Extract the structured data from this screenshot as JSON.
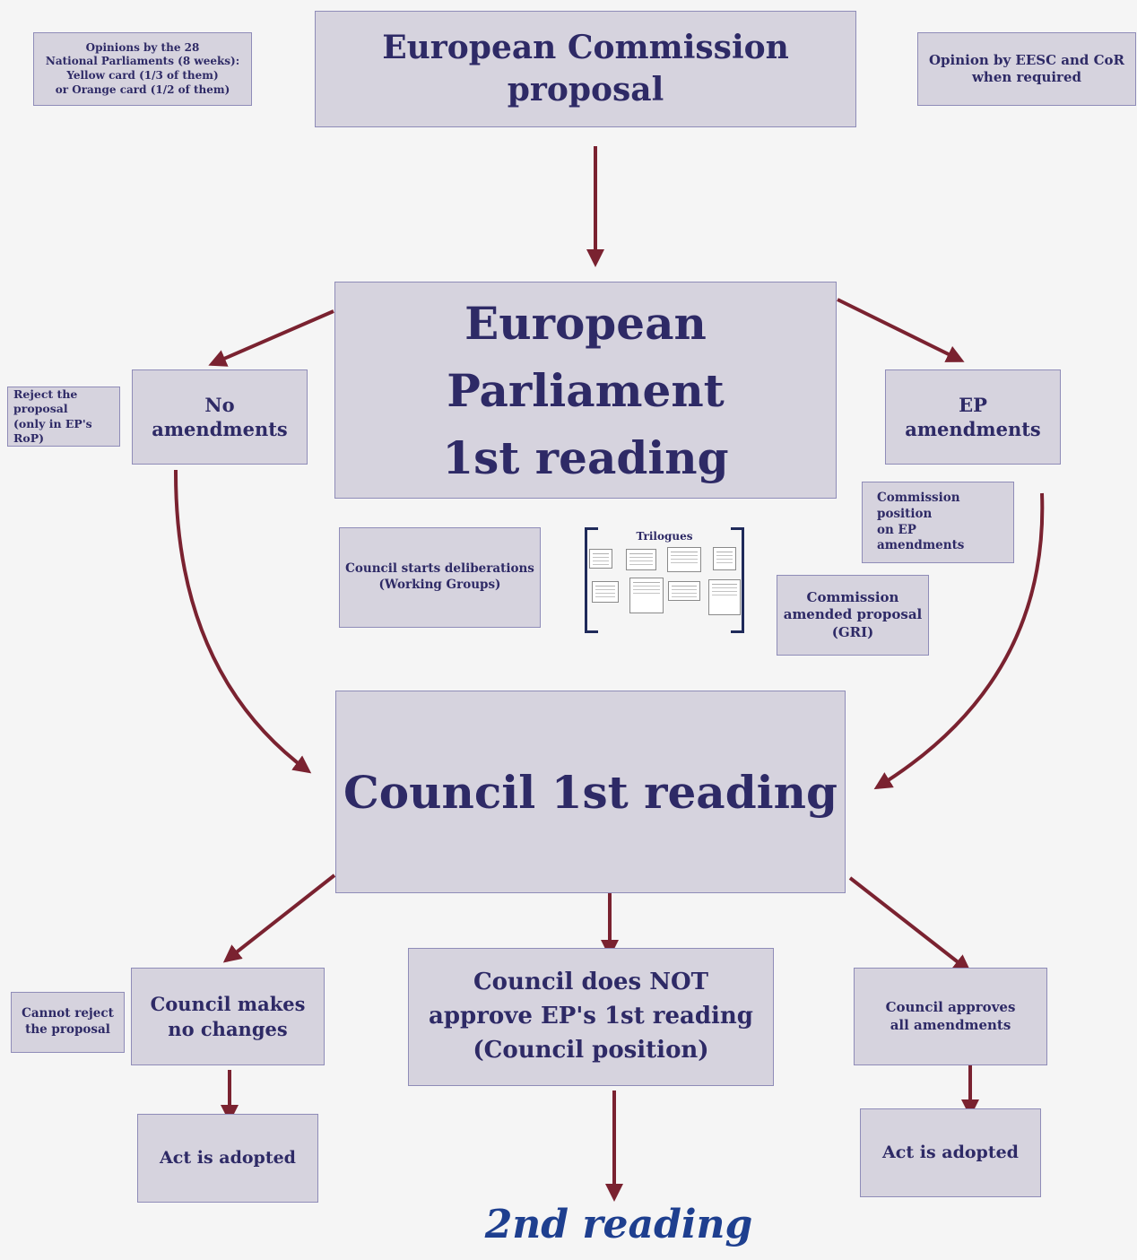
{
  "nodes": {
    "national_parliaments": "Opinions by the 28\nNational Parliaments (8 weeks):\nYellow card (1/3 of them)\nor Orange card (1/2 of them)",
    "commission_proposal": "European Commission proposal",
    "eesc_cor": "Opinion by EESC and CoR\nwhen required",
    "ep_first_reading": "European Parliament\n1st reading",
    "reject_proposal": "Reject the\nproposal\n(only in EP's RoP)",
    "no_amendments": "No amendments",
    "ep_amendments": "EP amendments",
    "commission_position": "Commission position\non EP amendments",
    "council_deliberations": "Council starts deliberations\n(Working Groups)",
    "trilogues": "Trilogues",
    "commission_amended": "Commission\namended proposal\n(GRI)",
    "council_first_reading": "Council 1st reading",
    "cannot_reject": "Cannot reject\nthe proposal",
    "council_no_changes": "Council makes\nno changes",
    "council_not_approve": "Council does NOT\napprove EP's 1st reading\n(Council position)",
    "council_approves": "Council approves\nall amendments",
    "act_adopted_left": "Act is adopted",
    "act_adopted_right": "Act is adopted",
    "second_reading": "2nd reading"
  },
  "colors": {
    "box_fill": "#d6d3de",
    "box_border": "#8f8cb8",
    "text": "#2e2a66",
    "arrow": "#7a2230",
    "second_reading_text": "#1e3f8f",
    "background": "#f5f5f5"
  }
}
